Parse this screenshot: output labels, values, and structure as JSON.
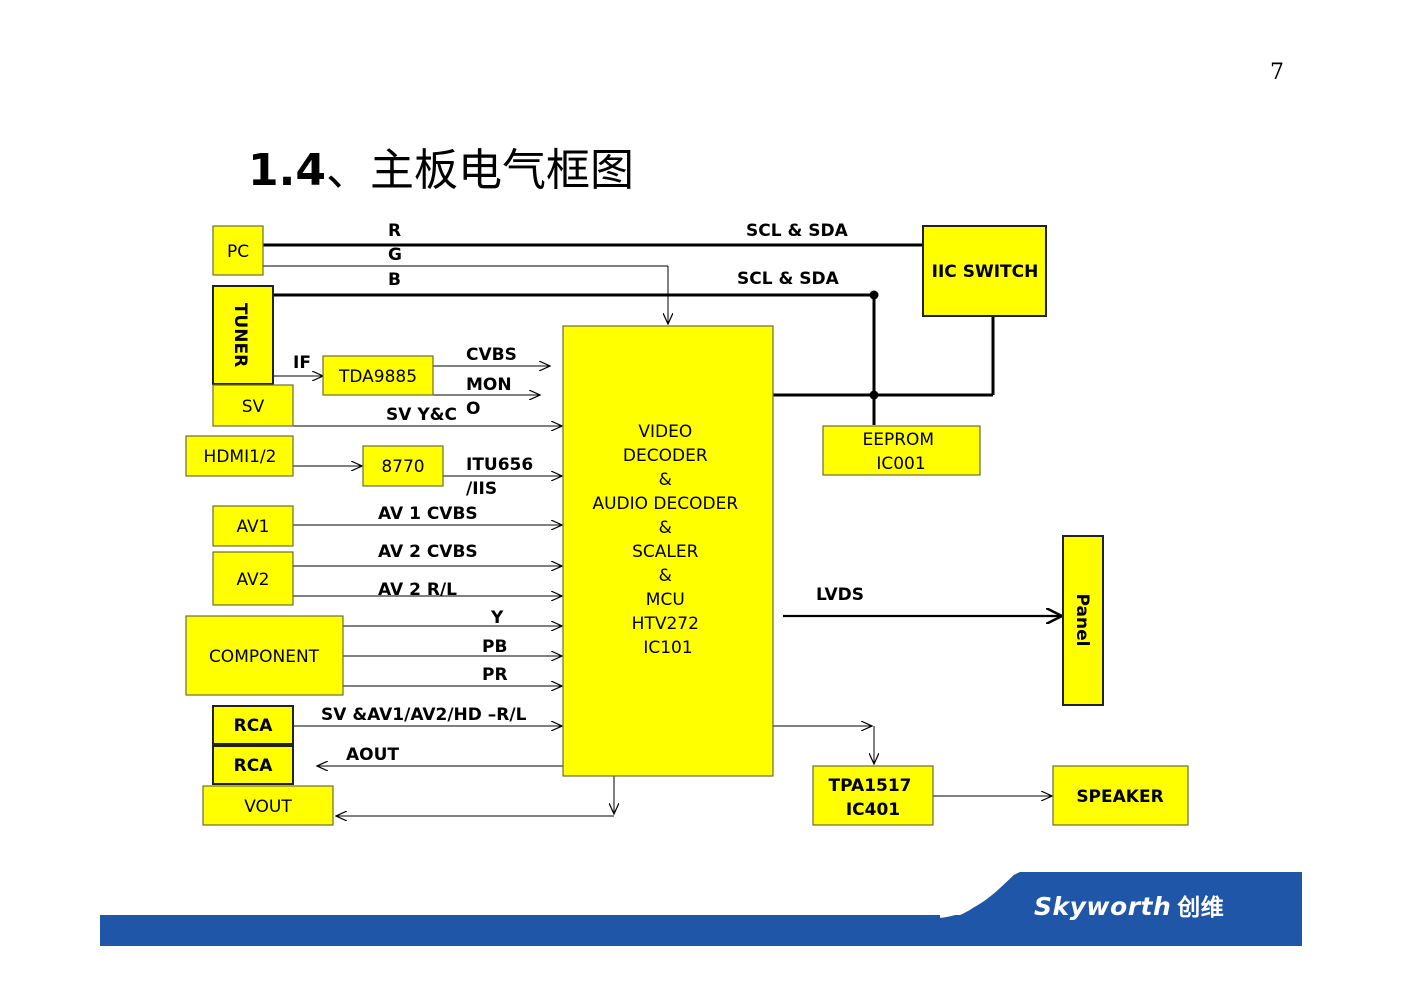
{
  "page_number": "7",
  "title": {
    "number": "1.4",
    "text": "、主板电气框图"
  },
  "blocks": {
    "pc": "PC",
    "tuner": "TUNER",
    "sv": "SV",
    "tda": "TDA9885",
    "hdmi": "HDMI1/2",
    "chip8770": "8770",
    "av1": "AV1",
    "av2": "AV2",
    "component": "COMPONENT",
    "rca1": "RCA",
    "rca2": "RCA",
    "vout": "VOUT",
    "main_lines": [
      "VIDEO",
      "DECODER",
      "&",
      "AUDIO DECODER",
      "&",
      "SCALER",
      "&",
      "MCU",
      "HTV272",
      "IC101"
    ],
    "iic_switch": "IIC SWITCH",
    "eeprom_lines": [
      "EEPROM",
      "IC001"
    ],
    "panel": "Panel",
    "tpa_lines": [
      "TPA1517",
      "IC401"
    ],
    "speaker": "SPEAKER"
  },
  "signals": {
    "r": "R",
    "g": "G",
    "b": "B",
    "scl_sda_1": "SCL & SDA",
    "scl_sda_2": "SCL & SDA",
    "if": "IF",
    "cvbs": "CVBS",
    "mon": "MON",
    "mon_o": "O",
    "sv_yc": "SV  Y&C",
    "itu656": "ITU656",
    "iis": "/IIS",
    "av1_cvbs": "AV 1  CVBS",
    "av2_cvbs": "AV 2  CVBS",
    "av2_rl": "AV 2  R/L",
    "y": "Y",
    "pb": "PB",
    "pr": "PR",
    "sv_av_hd_rl": "SV &AV1/AV2/HD –R/L",
    "aout": "AOUT",
    "lvds": "LVDS"
  },
  "brand": {
    "name": "Skyworth",
    "cn": "创维"
  },
  "colors": {
    "block_fill": "#ffff00",
    "footer_band": "#1f56a8"
  }
}
